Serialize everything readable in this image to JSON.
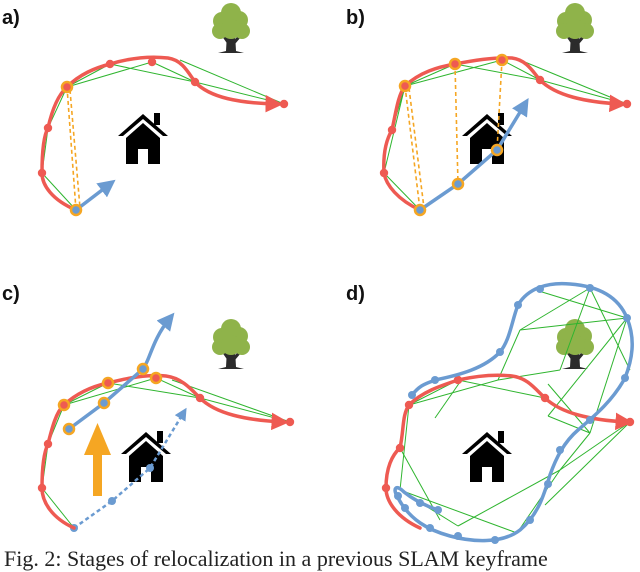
{
  "figure": {
    "panels": [
      {
        "id": "a",
        "label": "a)"
      },
      {
        "id": "b",
        "label": "b)"
      },
      {
        "id": "c",
        "label": "c)"
      },
      {
        "id": "d",
        "label": "d)"
      }
    ],
    "caption": "Fig. 2: Stages of relocalization in a previous SLAM keyframe"
  },
  "colors": {
    "previous_trajectory": "#ee5a52",
    "current_trajectory": "#6b9bd1",
    "graph_edges": "#2fb52f",
    "loop_matches": "#f5a623",
    "correction_arrow": "#f5a623",
    "house": "#000000",
    "tree_canopy": "#8fb34a",
    "tree_trunk": "#2b2b2b"
  },
  "icons": [
    "house-icon",
    "tree-icon",
    "correction-arrow-icon"
  ]
}
